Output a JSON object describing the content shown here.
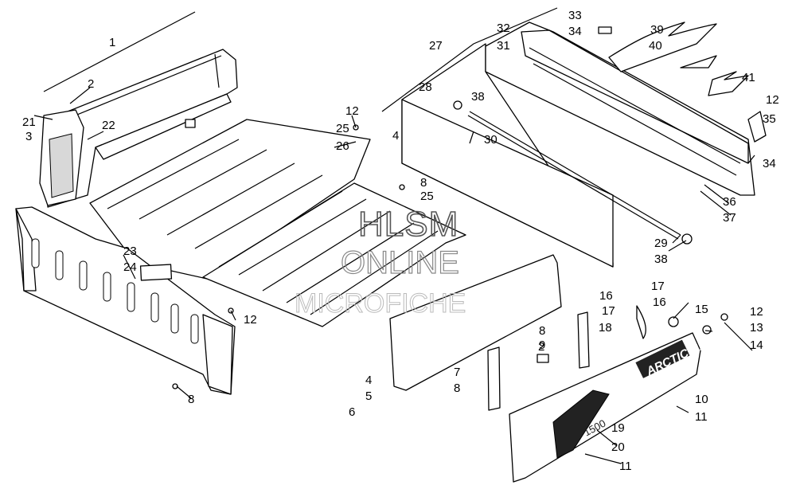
{
  "watermark": {
    "line1": "HLSM",
    "line2": "ONLINE",
    "line3": "MICROFICHE"
  },
  "brand_logo_text": "ARCTIC CAT",
  "model_badge_text": "1500",
  "callouts": [
    "1",
    "2",
    "3",
    "21",
    "22",
    "23",
    "24",
    "12",
    "8",
    "12",
    "25",
    "26",
    "8",
    "25",
    "27",
    "28",
    "4",
    "31",
    "32",
    "33",
    "34",
    "39",
    "40",
    "41",
    "12",
    "35",
    "34",
    "38",
    "30",
    "36",
    "37",
    "29",
    "38",
    "16",
    "17",
    "17",
    "16",
    "15",
    "18",
    "12",
    "13",
    "14",
    "8",
    "9",
    "7",
    "8",
    "4",
    "5",
    "6",
    "2",
    "10",
    "11",
    "19",
    "20",
    "11"
  ]
}
